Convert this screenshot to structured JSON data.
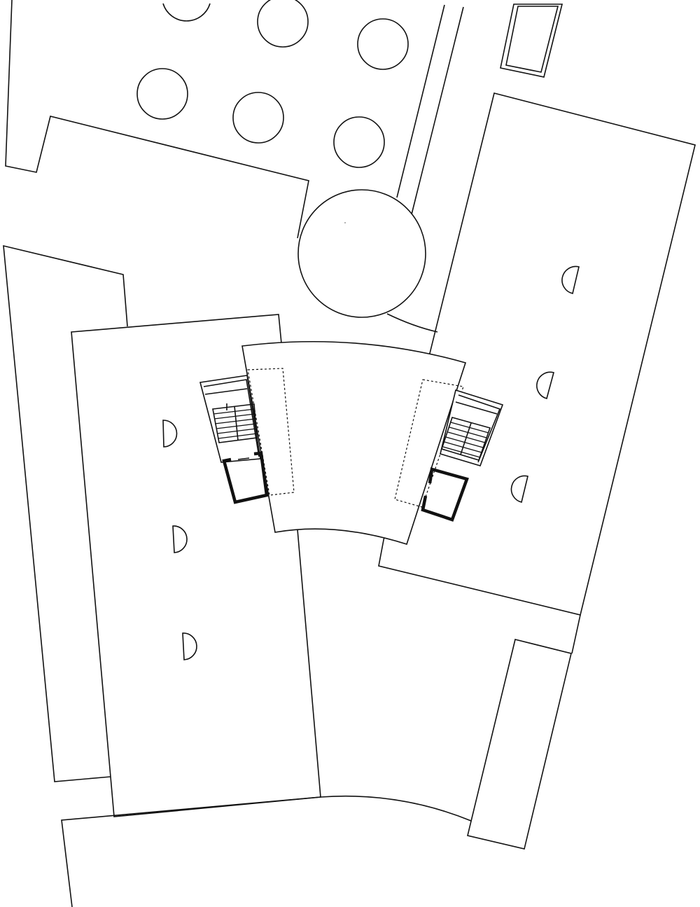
{
  "drawing": {
    "line_color": "#111111",
    "background_color": "#ffffff",
    "elements": [
      "site-boundary",
      "trees",
      "large-circular-plaza",
      "building-blocks",
      "central-curved-block",
      "stair-core-left",
      "stair-core-right",
      "half-round-columns"
    ]
  }
}
